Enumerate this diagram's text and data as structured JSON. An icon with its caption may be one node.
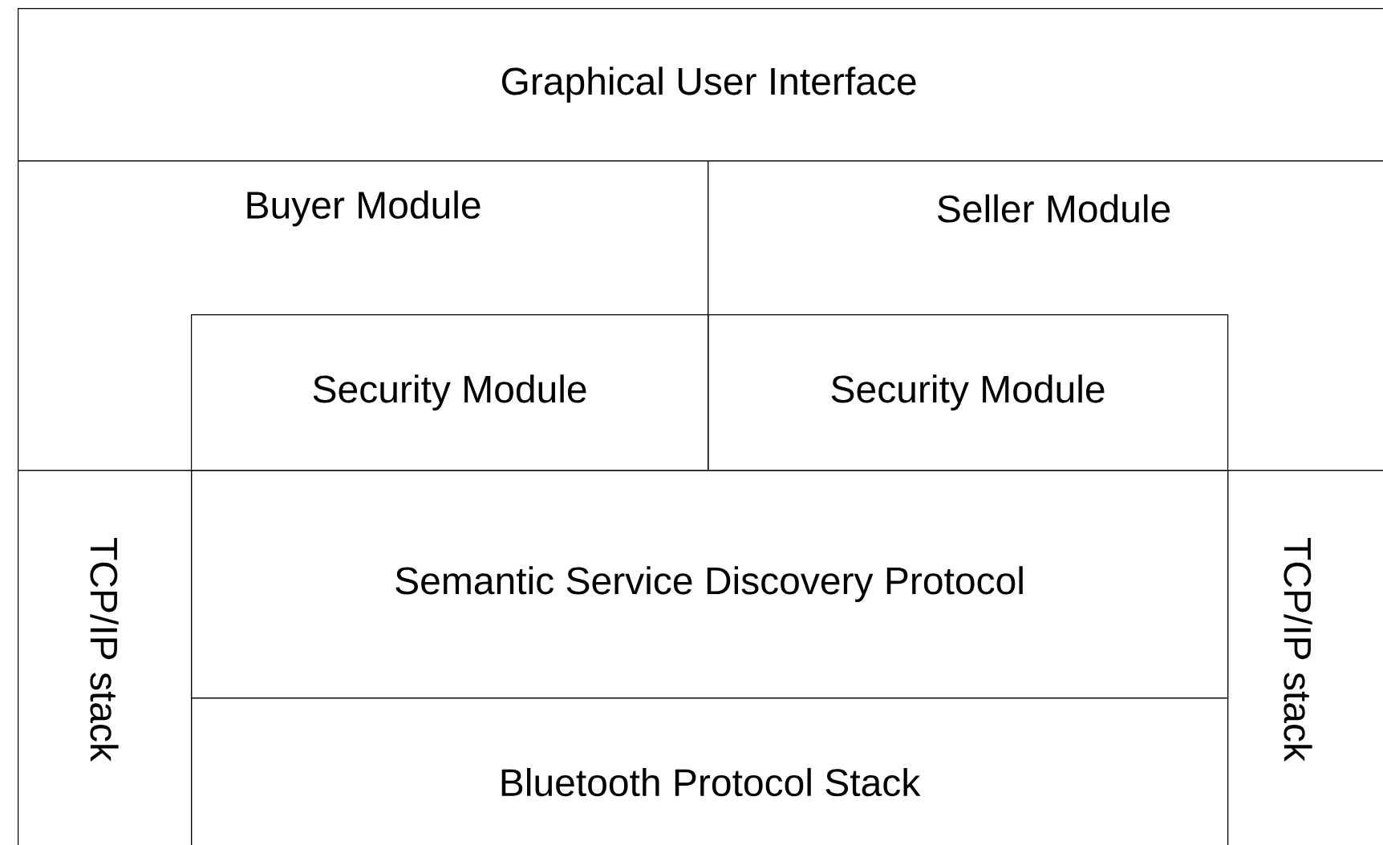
{
  "diagram": {
    "nodes": [
      {
        "text": [
          "Graphical User Interface"
        ]
      },
      {
        "text": [
          "Buyer Module"
        ]
      },
      {
        "text": [
          "Seller Module"
        ]
      },
      {
        "text": [
          "Security Module"
        ],
        "in": 1
      },
      {
        "text": [
          "Security Module"
        ],
        "in": 2
      },
      {
        "text": [
          "TCP/IP stack"
        ]
      },
      {
        "text": [
          "Semantic Service Discovery Protocol"
        ]
      },
      {
        "text": [
          "Bluetooth Protocol Stack"
        ]
      },
      {
        "text": [
          "TCP/IP stack"
        ]
      }
    ]
  }
}
